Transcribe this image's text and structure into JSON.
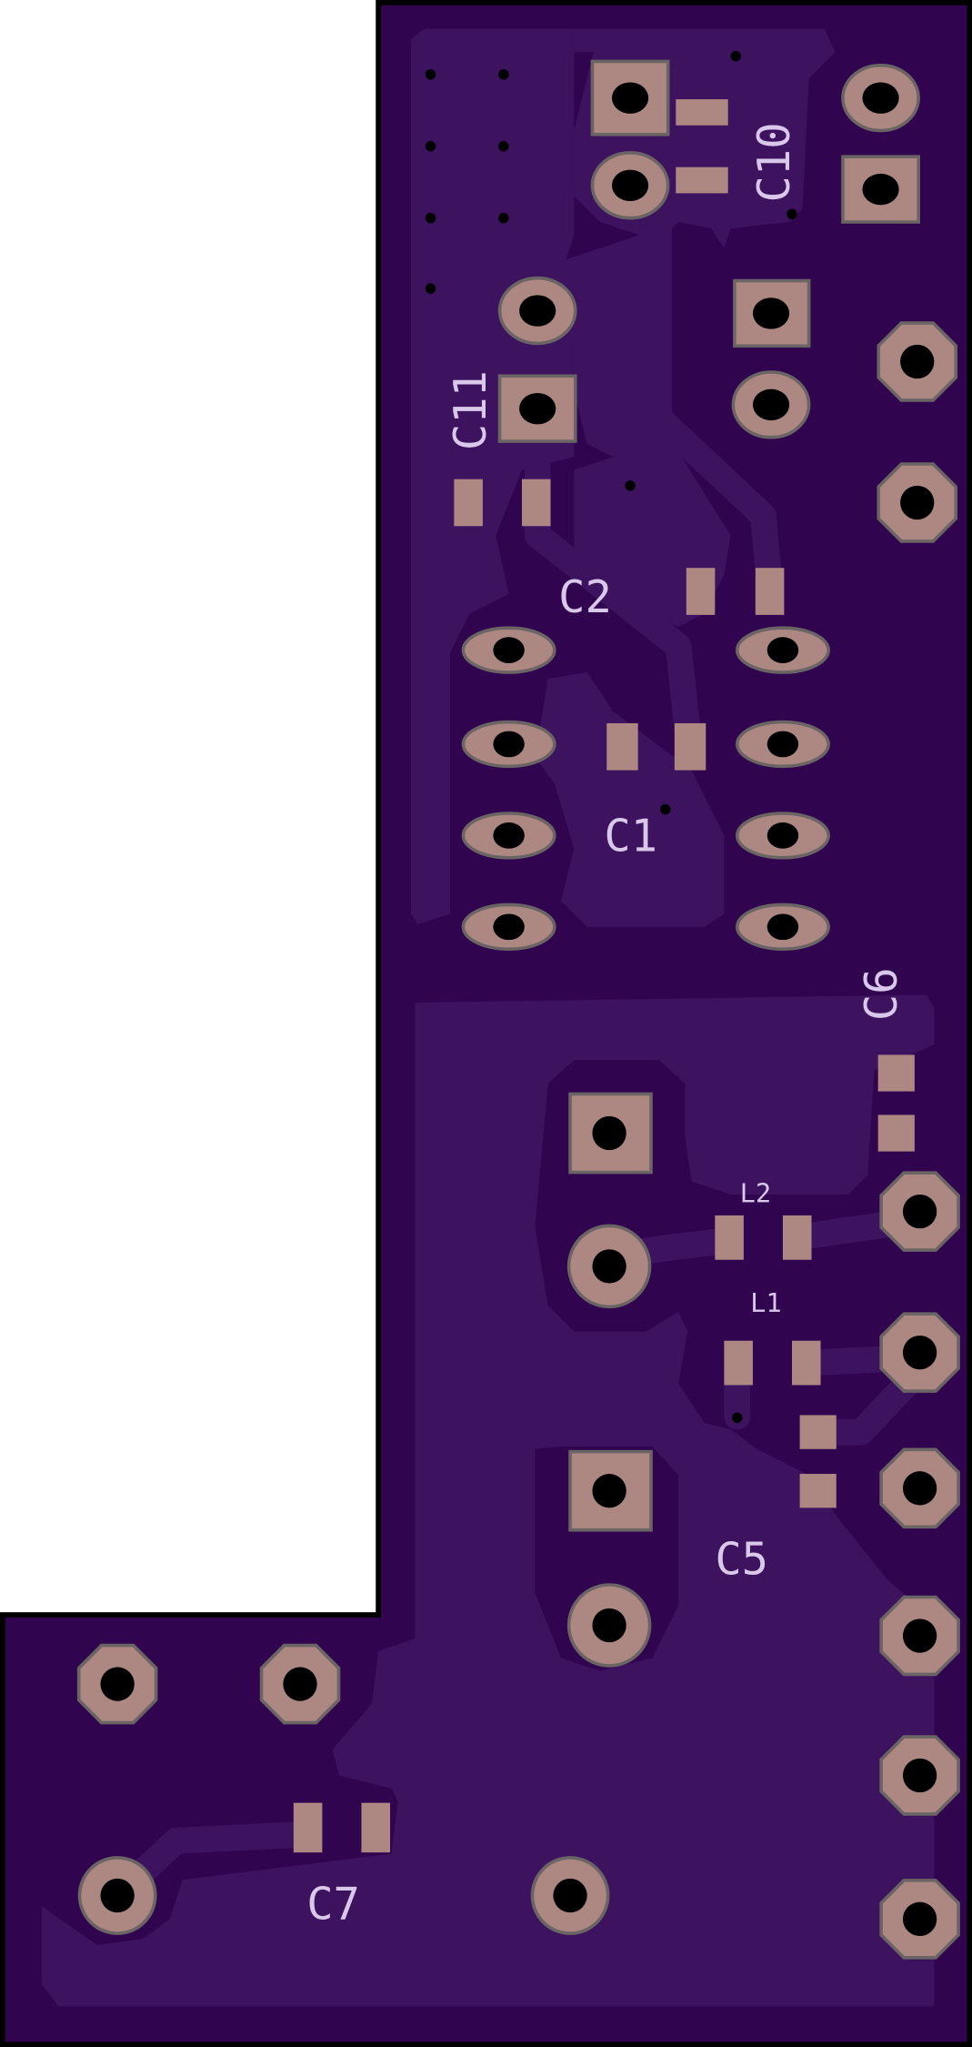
{
  "board": {
    "labels": {
      "c10": "C10",
      "c11": "C11",
      "c2": "C2",
      "c1": "C1",
      "c6": "C6",
      "l2": "L2",
      "l1": "L1",
      "c5": "C5",
      "c7": "C7"
    },
    "colors": {
      "substrate": "#31044f",
      "copper_pour": "#3d1360",
      "pad": "#ad8781",
      "silkscreen": "#d9c8ea",
      "outline": "#000000"
    }
  }
}
